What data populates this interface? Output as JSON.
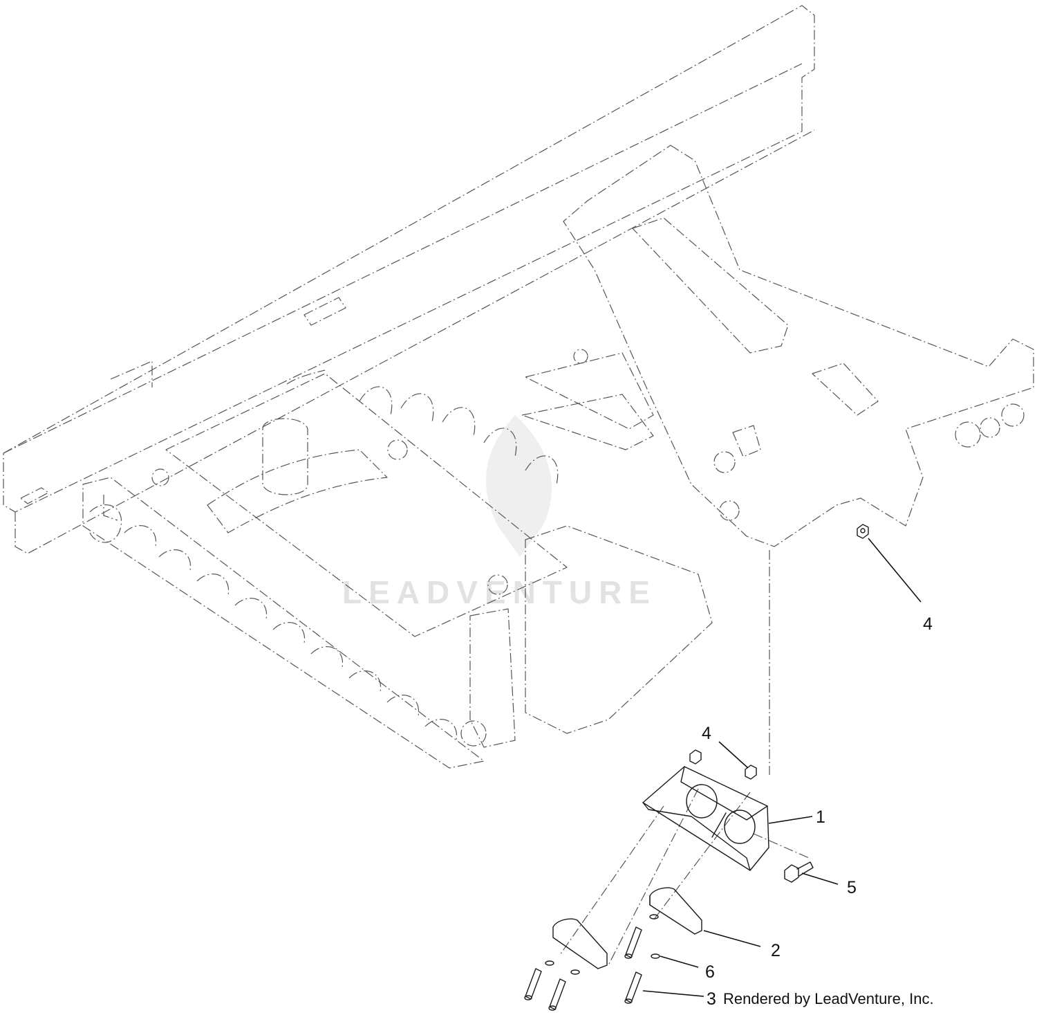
{
  "callouts": [
    {
      "id": "callout-4-upper",
      "label": "4"
    },
    {
      "id": "callout-4-lower",
      "label": "4"
    },
    {
      "id": "callout-1",
      "label": "1"
    },
    {
      "id": "callout-5",
      "label": "5"
    },
    {
      "id": "callout-2",
      "label": "2"
    },
    {
      "id": "callout-6",
      "label": "6"
    },
    {
      "id": "callout-3",
      "label": "3"
    }
  ],
  "footer": {
    "credit": "Rendered by LeadVenture, Inc."
  },
  "watermark": {
    "text": "LEADVENTURE"
  },
  "colors": {
    "line": "#1a1a1a",
    "phantom": "#555555",
    "watermark": "#e2e2e2"
  }
}
